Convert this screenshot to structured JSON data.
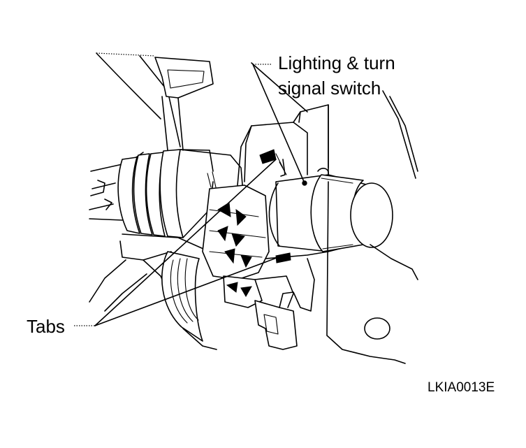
{
  "labels": {
    "switch_line1": "Lighting & turn",
    "switch_line2": "signal switch",
    "tabs": "Tabs",
    "reference_code": "LKIA0013E"
  },
  "colors": {
    "ink": "#000000",
    "background": "#ffffff"
  }
}
